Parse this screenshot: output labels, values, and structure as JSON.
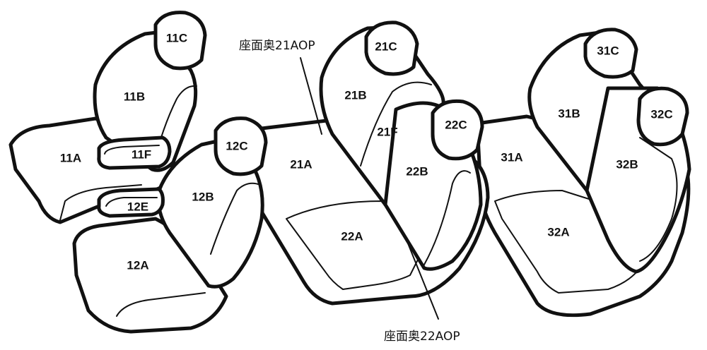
{
  "parts": {
    "p11C": "11C",
    "p11B": "11B",
    "p11A": "11A",
    "p11F": "11F",
    "p12C": "12C",
    "p12B": "12B",
    "p12A": "12A",
    "p12E": "12E",
    "p21C": "21C",
    "p21B": "21B",
    "p21F": "21F",
    "p21A": "21A",
    "p22C": "22C",
    "p22B": "22B",
    "p22A": "22A",
    "p31C": "31C",
    "p31B": "31B",
    "p31A": "31A",
    "p32C": "32C",
    "p32B": "32B",
    "p32A": "32A"
  },
  "callouts": {
    "c21AOP": "座面奥21AOP",
    "c22AOP": "座面奥22AOP"
  }
}
